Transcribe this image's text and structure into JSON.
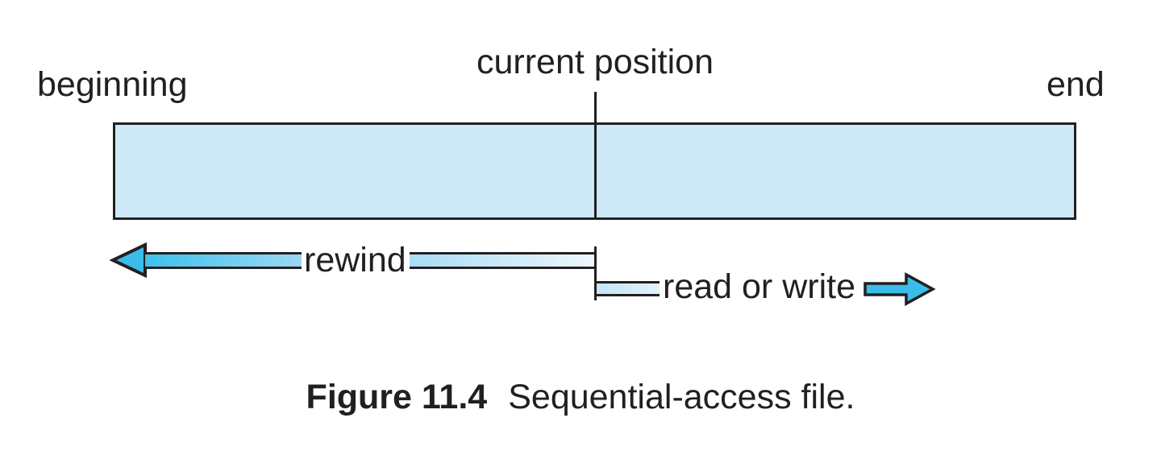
{
  "figure": {
    "labels": {
      "beginning": "beginning",
      "current_position": "current position",
      "end": "end"
    },
    "arrows": {
      "rewind_label": "rewind",
      "read_or_write_label": "read or write"
    },
    "caption": {
      "number": "Figure 11.4",
      "text": "Sequential-access file."
    },
    "colors": {
      "ink": "#231f20",
      "file_fill": "#cde9f8",
      "arrow_cyan": "#3bbde9"
    }
  }
}
